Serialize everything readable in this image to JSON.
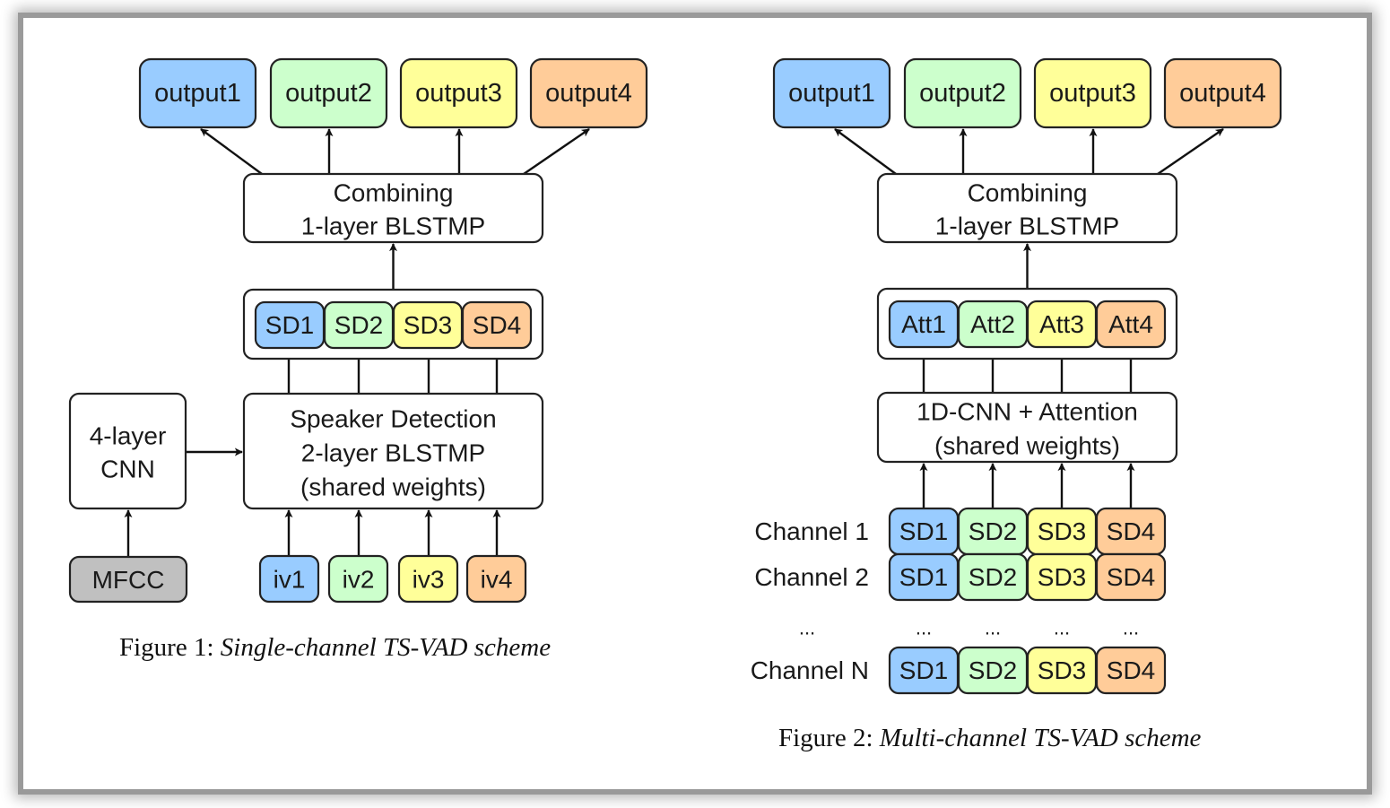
{
  "colors": {
    "blue": "#99ccff",
    "green": "#ccffcc",
    "yellow": "#ffff99",
    "orange": "#ffcc99",
    "gray": "#c0c0c0",
    "white": "#ffffff",
    "stroke": "#222222"
  },
  "figure1": {
    "outputs": [
      "output1",
      "output2",
      "output3",
      "output4"
    ],
    "combining": {
      "line1": "Combining",
      "line2": "1-layer BLSTMP"
    },
    "sd_labels": [
      "SD1",
      "SD2",
      "SD3",
      "SD4"
    ],
    "speaker_detection": {
      "line1": "Speaker Detection",
      "line2": "2-layer BLSTMP",
      "line3": "(shared weights)"
    },
    "cnn": {
      "line1": "4-layer",
      "line2": "CNN"
    },
    "mfcc": "MFCC",
    "ivectors": [
      "iv1",
      "iv2",
      "iv3",
      "iv4"
    ],
    "caption": {
      "prefix": "Figure 1: ",
      "title": "Single-channel TS-VAD scheme"
    }
  },
  "figure2": {
    "outputs": [
      "output1",
      "output2",
      "output3",
      "output4"
    ],
    "combining": {
      "line1": "Combining",
      "line2": "1-layer BLSTMP"
    },
    "att_labels": [
      "Att1",
      "Att2",
      "Att3",
      "Att4"
    ],
    "attention": {
      "line1": "1D-CNN + Attention",
      "line2": "(shared weights)"
    },
    "channels": [
      {
        "label": "Channel 1",
        "cells": [
          "SD1",
          "SD2",
          "SD3",
          "SD4"
        ]
      },
      {
        "label": "Channel 2",
        "cells": [
          "SD1",
          "SD2",
          "SD3",
          "SD4"
        ]
      },
      {
        "label": "Channel N",
        "cells": [
          "SD1",
          "SD2",
          "SD3",
          "SD4"
        ]
      }
    ],
    "ellipsis": "...",
    "caption": {
      "prefix": "Figure 2: ",
      "title": "Multi-channel TS-VAD scheme"
    }
  }
}
